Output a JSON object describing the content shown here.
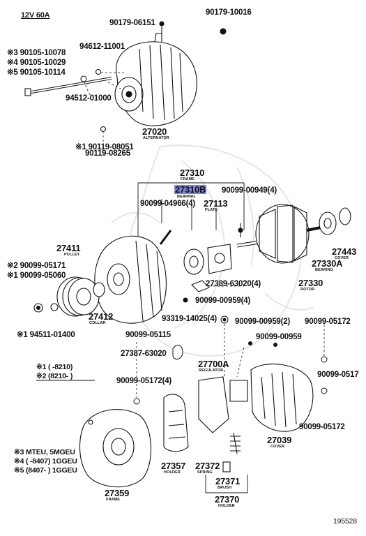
{
  "header": {
    "spec": "12V 60A"
  },
  "parts": {
    "p90179_0615": "90179-06151",
    "p90179_10016": "90179-10016",
    "p94612": "94612-11001",
    "p90105_10078": "※3 90105-10078",
    "p90105_10029": "※4 90105-10029",
    "p90105_10114": "※5 90105-10114",
    "p94512": "94512-01000",
    "p27020": "27020",
    "p27020_sub": "ALTERNATOR",
    "p90119_08051": "※1 90119-08051",
    "p90119_08265": "90119-08265",
    "p27310": "27310",
    "p27310_sub": "FRAME",
    "p27310B": "27310B",
    "p27310B_sub": "BEARING",
    "p90099_00949": "90099-00949(4)",
    "p90099_04966": "90099-04966(4)",
    "p27113": "27113",
    "p27113_sub": "PLATE",
    "p27411": "27411",
    "p27411_sub": "PULLEY",
    "p90099_05171": "※2 90099-05171",
    "p90099_05060": "※1 90099-05060",
    "p27443": "27443",
    "p27443_sub": "COVER",
    "p27330A": "27330A",
    "p27330A_sub": "BEARING",
    "p27330": "27330",
    "p27330_sub": "ROTOR",
    "p27389": "27389-63020(4)",
    "p90099_00959_4": "90099-00959(4)",
    "p27412": "27412",
    "p27412_sub": "COLLAR",
    "p94511": "※1 94511-01400",
    "p93319": "93319-14025(4)",
    "p90099_00959_2": "90099-00959(2)",
    "p90099_05172_a": "90099-05172",
    "p90099_05115": "90099-05115",
    "p90099_00959": "90099-00959",
    "p27387": "27387-63020",
    "p27700A": "27700A",
    "p27700A_sub": "REGULATOR",
    "p90099_05172_4": "90099-05172(4)",
    "p90099_0517_b": "90099-0517",
    "p90099_05172_c": "90099-05172",
    "p27039": "27039",
    "p27039_sub": "COVER",
    "p27357": "27357",
    "p27357_sub": "HOLDER",
    "p27372": "27372",
    "p27372_sub": "SPRING",
    "p27371": "27371",
    "p27371_sub": "BRUSH",
    "p27370": "27370",
    "p27370_sub": "HOLDER",
    "p27359": "27359",
    "p27359_sub": "FRAME"
  },
  "notes": {
    "n1": "※1 (     -8210)",
    "n2": "※2 (8210-      )",
    "n3": "※3 MTEU, 5MGEU",
    "n4": "※4 (      -8407) 1GGEU",
    "n5": "※5 (8407-      ) 1GGEU"
  },
  "footer": {
    "catalog_no": "195528"
  }
}
